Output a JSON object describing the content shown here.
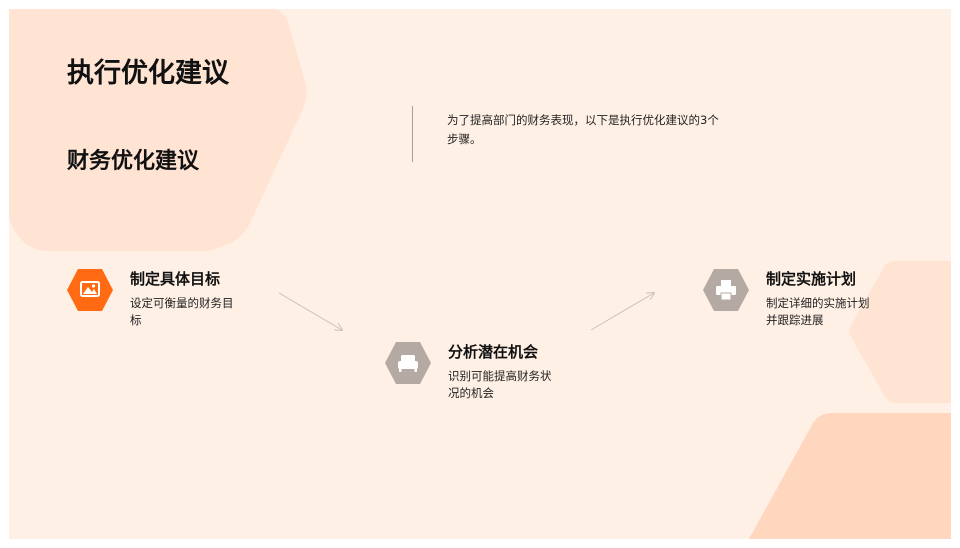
{
  "slide": {
    "title": "执行优化建议",
    "subtitle": "财务优化建议",
    "intro": "为了提高部门的财务表现，以下是执行优化建议的3个步骤。"
  },
  "steps": [
    {
      "title": "制定具体目标",
      "desc": "设定可衡量的财务目标",
      "icon": "image-icon"
    },
    {
      "title": "分析潜在机会",
      "desc": "识别可能提高财务状况的机会",
      "icon": "sofa-icon"
    },
    {
      "title": "制定实施计划",
      "desc": "制定详细的实施计划并跟踪进展",
      "icon": "printer-icon"
    }
  ],
  "colors": {
    "background": "#fff0e6",
    "accent": "#ff6a13",
    "icon_gray": "#b5a9a4",
    "decor_light": "#ffe4d4",
    "decor_mid": "#ffd6be"
  }
}
